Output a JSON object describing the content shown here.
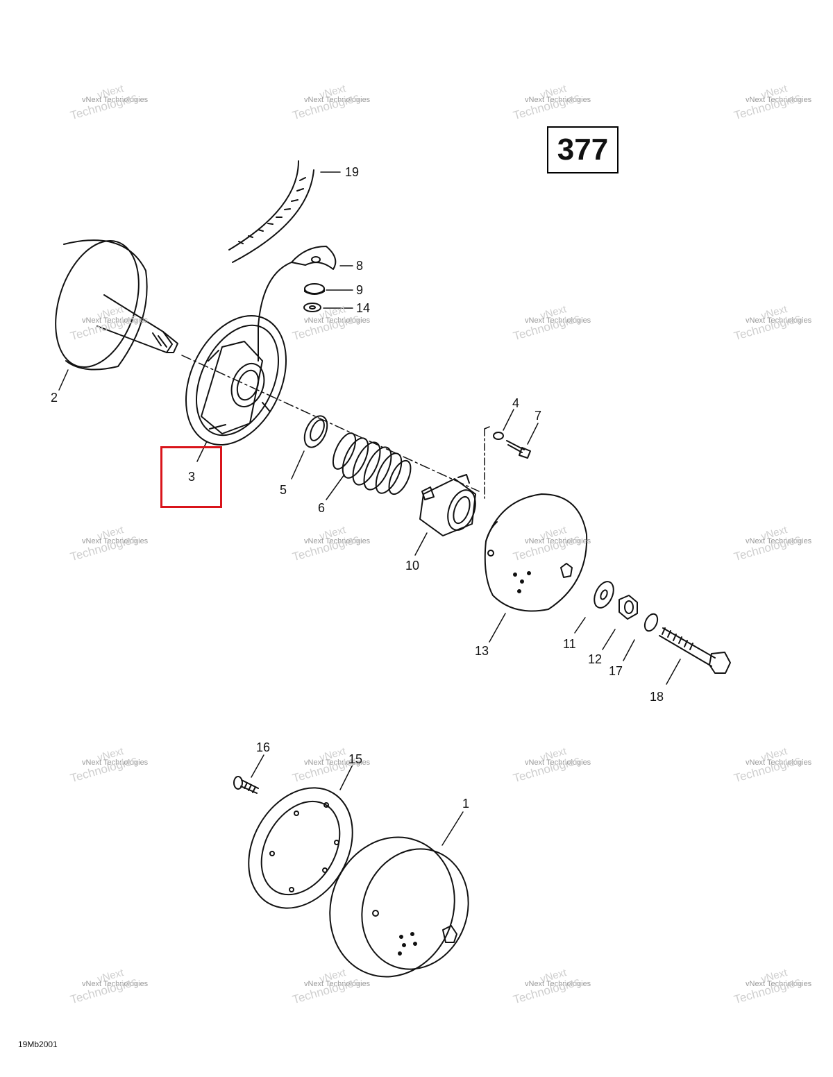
{
  "page_number": "377",
  "figure_code": "19Mb2001",
  "watermark": {
    "line_top": "vNext",
    "line_small": "vNext Technologies",
    "line_large": "Technologies"
  },
  "callouts": [
    "1",
    "2",
    "3",
    "4",
    "5",
    "6",
    "7",
    "8",
    "9",
    "10",
    "11",
    "12",
    "13",
    "14",
    "15",
    "16",
    "17",
    "18",
    "19"
  ],
  "highlighted_part": "3",
  "colors": {
    "highlight": "#d9141b",
    "line": "#111111",
    "watermark": "#c8c8c8"
  }
}
